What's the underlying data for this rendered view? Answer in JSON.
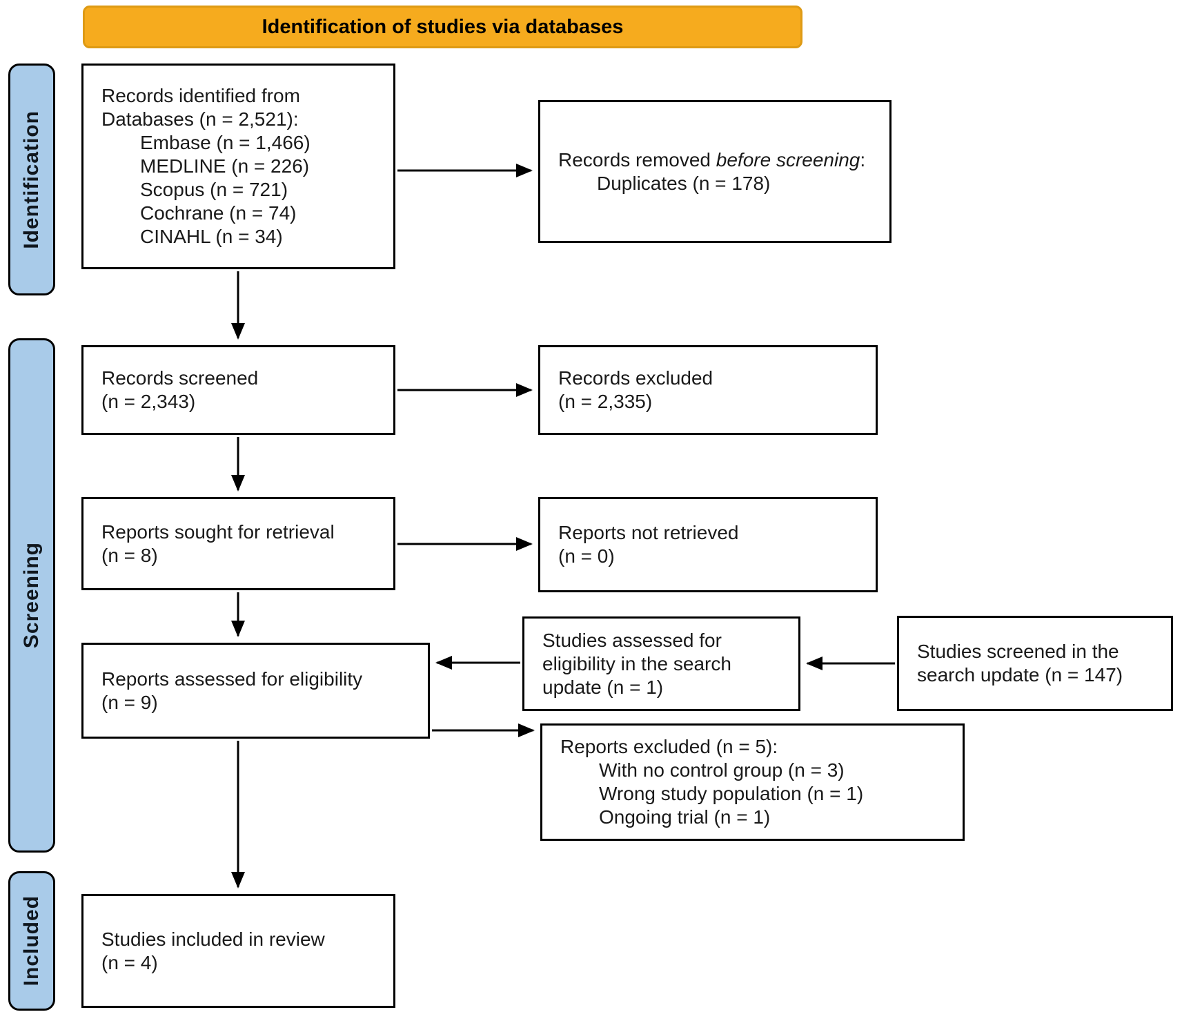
{
  "banner": {
    "title": "Identification of studies via databases"
  },
  "stages": {
    "identification": "Identification",
    "screening": "Screening",
    "included": "Included"
  },
  "flow": {
    "records_identified": {
      "lines": [
        "Records identified from",
        "Databases (n = 2,521):"
      ],
      "items": [
        "Embase (n = 1,466)",
        "MEDLINE (n = 226)",
        "Scopus (n = 721)",
        "Cochrane (n = 74)",
        "CINAHL (n = 34)"
      ]
    },
    "records_removed": {
      "prefix": "Records removed ",
      "emphasis": "before screening",
      "suffix": ":",
      "items": [
        "Duplicates (n = 178)"
      ]
    },
    "records_screened": {
      "lines": [
        "Records screened",
        "(n = 2,343)"
      ]
    },
    "records_excluded": {
      "lines": [
        "Records excluded",
        "(n = 2,335)"
      ]
    },
    "reports_sought": {
      "lines": [
        "Reports sought for retrieval",
        "(n = 8)"
      ]
    },
    "reports_not_retrieved": {
      "lines": [
        "Reports not retrieved",
        "(n = 0)"
      ]
    },
    "reports_assessed": {
      "lines": [
        "Reports assessed for eligibility",
        "(n = 9)"
      ]
    },
    "studies_assessed_update": {
      "lines": [
        "Studies assessed for",
        "eligibility in the search",
        "update (n = 1)"
      ]
    },
    "studies_screened_update": {
      "lines": [
        "Studies screened in the",
        "search update (n = 147)"
      ]
    },
    "reports_excluded": {
      "title": "Reports excluded (n = 5):",
      "items": [
        "With no control group (n = 3)",
        "Wrong study population (n = 1)",
        "Ongoing trial (n = 1)"
      ]
    },
    "studies_included": {
      "lines": [
        "Studies included in review",
        "(n = 4)"
      ]
    }
  },
  "colors": {
    "banner_fill": "#F6AB1E",
    "banner_border": "#DE9A14",
    "stage_fill": "#A9CBE9",
    "stage_text": "#10171E",
    "box_border": "#000000",
    "box_fill": "#FFFFFF",
    "text": "#1A1A1A"
  }
}
